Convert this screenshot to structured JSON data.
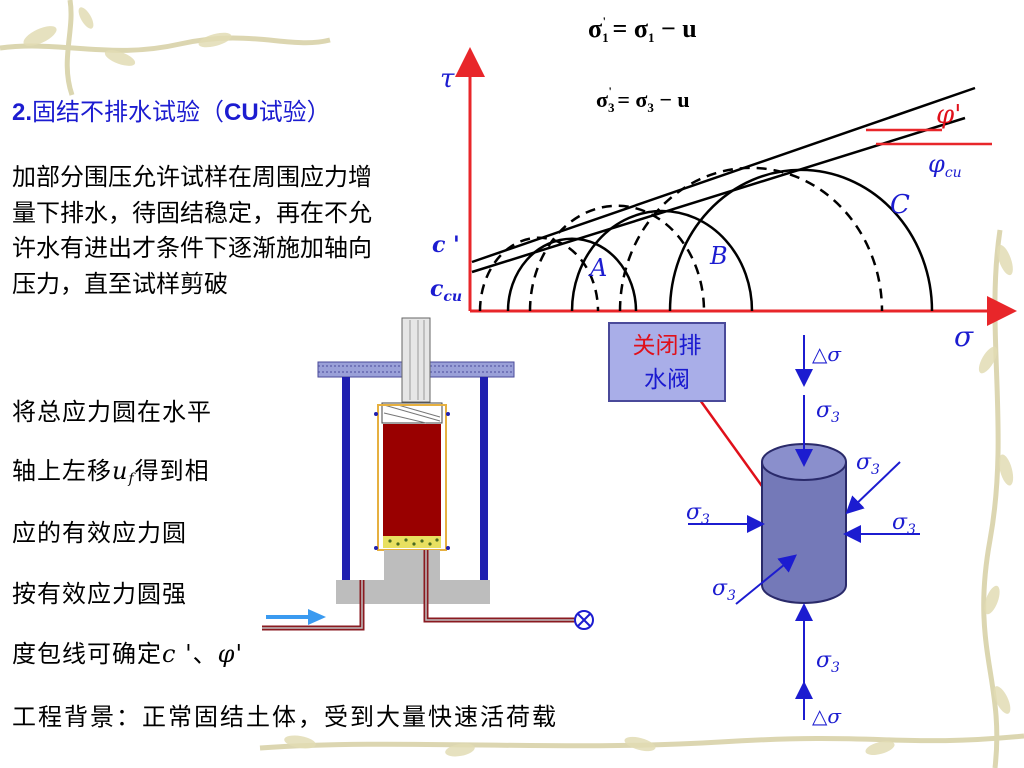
{
  "title": {
    "number": "2.",
    "text_pre": "固结不排水试验（",
    "abbr": "CU",
    "text_post": "试验）"
  },
  "description": "加部分围压允许试样在周围应力增量下排水，待固结稳定，再在不允许水有进出才条件下逐渐施加轴向压力，直至试样剪破",
  "lines": {
    "l1": "将总应力圆在水平",
    "l2_pre": "轴上左移",
    "l2_u": "u",
    "l2_f": "f",
    "l2_post": "得到相",
    "l3": "应的有效应力圆",
    "l4": "按有效应力圆强",
    "l5_pre": "度包线可确定",
    "l5_c": "c '",
    "l5_sep": "、",
    "l5_phi": "φ'"
  },
  "background_note": "工程背景：正常固结土体，受到大量快速活荷载",
  "formulas": {
    "sigma": "σ",
    "eq": " = ",
    "minus": " − u",
    "one": "1",
    "three": "3",
    "prime": "'"
  },
  "diagram": {
    "tau": "τ",
    "sigma_axis": "σ",
    "c_prime": "c '",
    "c_cu": "c",
    "c_cu_sub": "cu",
    "phi_prime": "φ'",
    "phi_cu": "φ",
    "phi_cu_sub": "cu",
    "label_a": "A",
    "label_b": "B",
    "label_c": "C"
  },
  "valve": {
    "text_red": "关闭",
    "text_blue_1": "排",
    "text_blue_2": "水阀"
  },
  "specimen": {
    "delta_sigma_top": "△σ",
    "delta_sigma_bottom": "△σ",
    "s3": "σ",
    "s3_sub": "3"
  },
  "colors": {
    "blue": "#1c1cd0",
    "red": "#e0101a",
    "axis_red": "#e8262a",
    "cylinder": "#7479b8",
    "sample": "#990000"
  }
}
